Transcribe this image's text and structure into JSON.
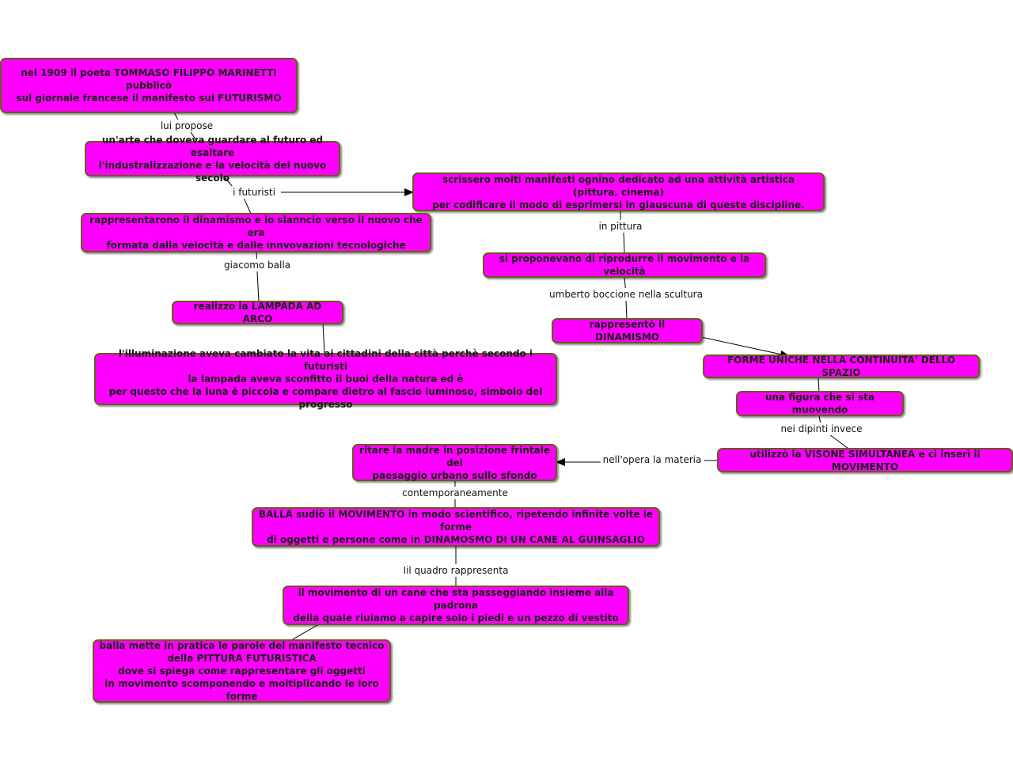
{
  "colors": {
    "node_fill": "#ff00ff",
    "node_border": "#6b5a1e",
    "line": "#000000"
  },
  "nodes": {
    "marinetti": "nel 1909 il poeta TOMMASO FILIPPO MARINETTI pubblicò\nsul giornale francese il manifesto sul FUTURISMO",
    "arte_futuro": "un'arte che doveva guardare al futuro ed esaltare\nl'industralizzazione e la velocità del nuovo secolo",
    "manifesti": "scrissero molti manifesti ognino dedicato ad una attività artistica (pittura, cinema)\nper codificare il modo di esprimersi in giauscuna di queste discipline.",
    "dinamismo_slancio": "rappresentarono il dinamismo e lo slanncio verso il nuovo che era\nformata dalla velocità e dalle innvovazioni tecnologiche",
    "movimento_velocita": "si proponevano di riprodurre il movimento e la velocità",
    "lampada": "realizzo la LAMPADA AD ARCO",
    "dinamismo": "rappresentò il DINAMISMO",
    "illuminazione": "l'illuminazione aveva cambiato la vita ai cittadini della città perchè secondo i futuristi\nla lampada aveva sconfitto il buoi della natura ed è\nper questo che la luna è piccola e compare dietro al fascio luminoso, simbolo del progresso",
    "forme_uniche": "FORME UNICHE NELLA CONTINUITA' DELLO SPAZIO",
    "figura": "una figura che si sta muovendo",
    "ritare_madre": "ritare la madre in posizione frintale del\npaesaggio urbano sullo sfondo",
    "visione": "utilizzò la VISONE SIMULTANEA e ci inserì il MOVIMENTO",
    "balla_movimento": "BALLA sudiò il MOVIMENTO in modo scientifico, ripetendo infinite volte le forme\ndi oggetti e persone come in DINAMOSMO DI UN CANE AL GUINSAGLIO",
    "cane": "il movimento di un cane che sta passeggiando insieme alla padrona\ndella quale riuiamo a capire solo i piedi e un pezzo di vestito",
    "manifesto_tecnico": "balla mette in pratica le parole del manifesto tecnico\ndella PITTURA FUTURISTICA\ndove si spiega come rappresentare gli oggetti\nin movimento scomponendo e moltiplicando le loro forme"
  },
  "labels": {
    "lui_propose": "lui propose",
    "i_futuristi": "i futuristi",
    "in_pittura": "in pittura",
    "giacomo_balla": "giacomo balla",
    "umberto": "umberto boccione nella scultura",
    "nei_dipinti": "nei dipinti invece",
    "nellopera": "nell'opera la materia",
    "contemporaneamente": "contemporaneamente",
    "quadro": "Iil quadro rappresenta"
  }
}
